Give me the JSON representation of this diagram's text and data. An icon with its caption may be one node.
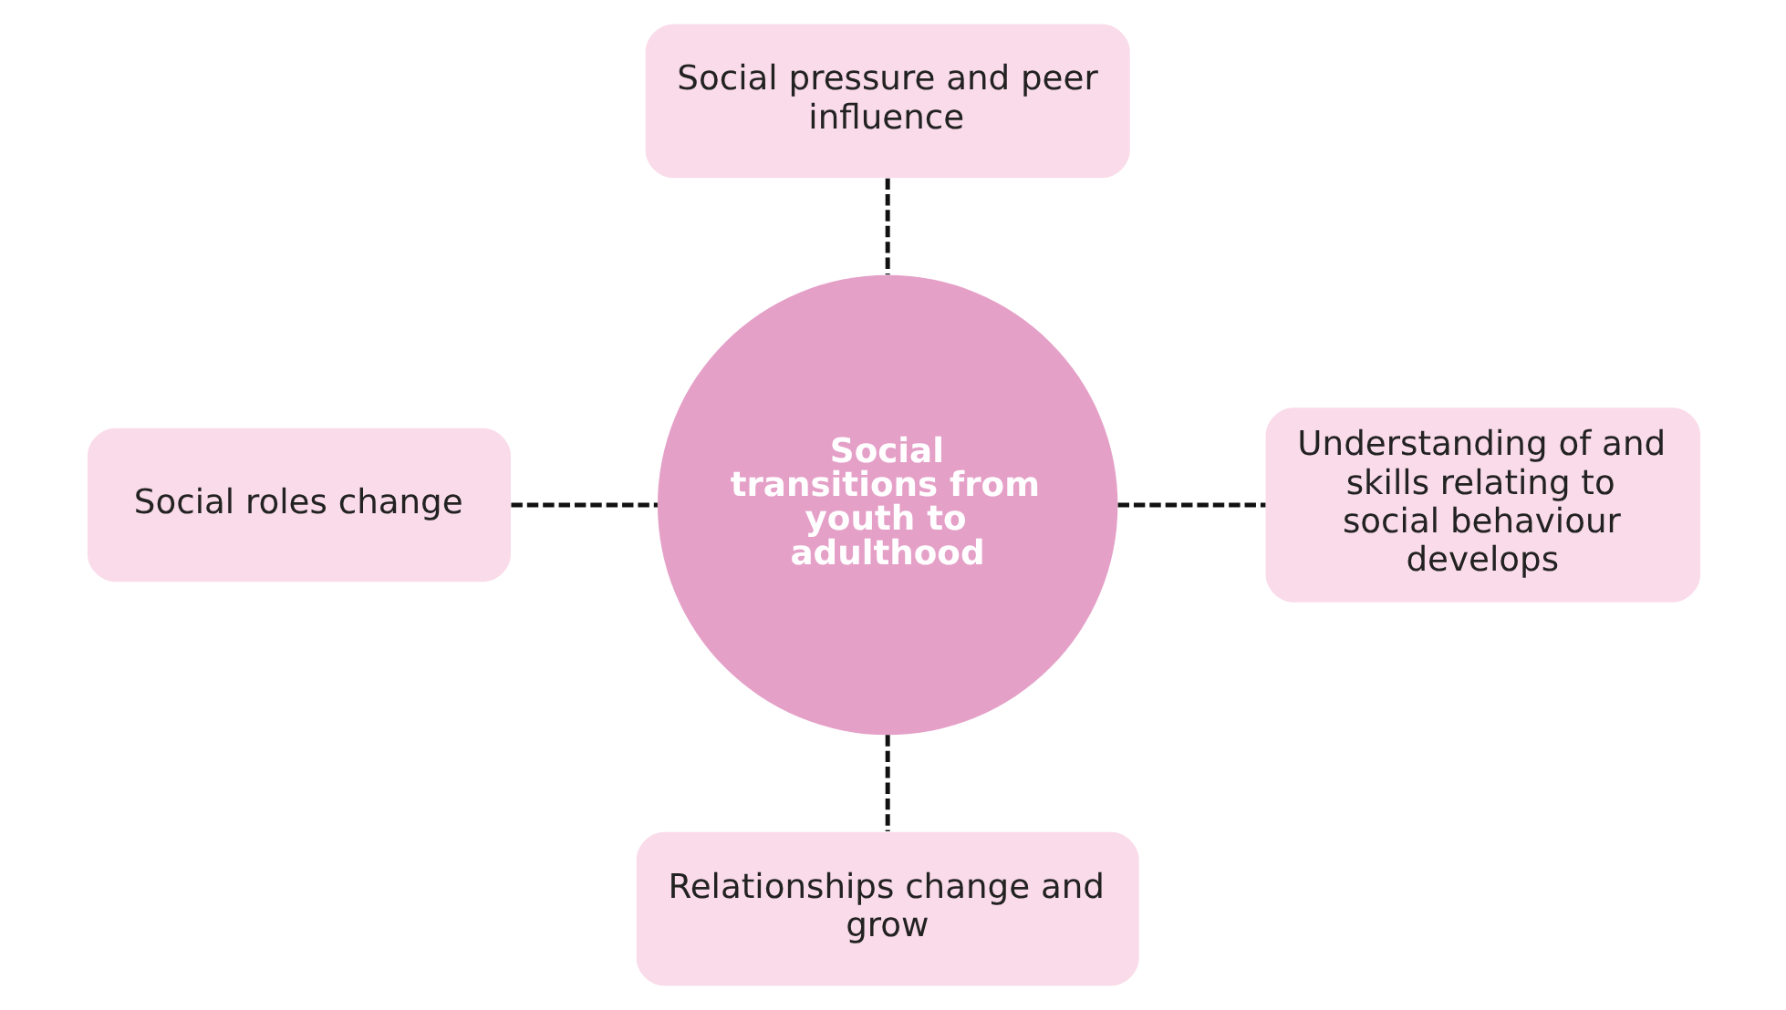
{
  "diagram": {
    "nodes": [
      {
        "text": [
          "Social transitions from youth to adulthood"
        ]
      },
      {
        "text": [
          "Social pressure and peer influence"
        ]
      },
      {
        "text": [
          "Social roles change"
        ]
      },
      {
        "text": [
          "Understanding of and skills relating to social behaviour develops"
        ]
      },
      {
        "text": [
          "Relationships change and grow"
        ]
      }
    ],
    "edges": [
      {
        "from": 1,
        "to": 0,
        "arrow": "none",
        "style": "dashed"
      },
      {
        "from": 2,
        "to": 0,
        "arrow": "none",
        "style": "dashed"
      },
      {
        "from": 0,
        "to": 3,
        "arrow": "none",
        "style": "dashed"
      },
      {
        "from": 0,
        "to": 4,
        "arrow": "none",
        "style": "dashed"
      }
    ]
  }
}
